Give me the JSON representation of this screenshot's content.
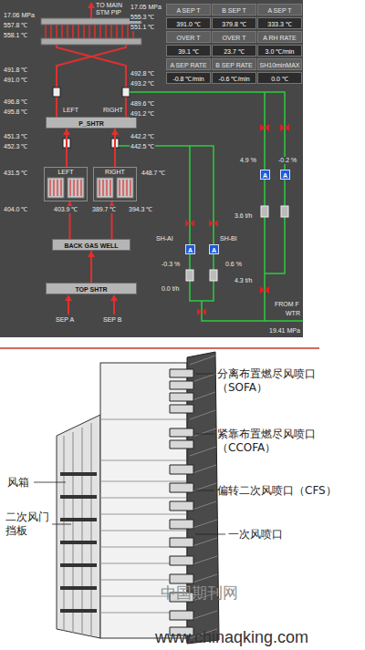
{
  "diagram": {
    "nodes": [
      {
        "text": [
          "TOP SHTR"
        ]
      },
      {
        "text": [
          "BACK GAS WELL"
        ]
      },
      {
        "text": [
          "LEFT"
        ]
      },
      {
        "text": [
          "RIGHT"
        ]
      },
      {
        "text": [
          "P_SHTR"
        ]
      }
    ],
    "edges": [
      {
        "from": 0,
        "to": 1,
        "arrow": "to"
      },
      {
        "from": 1,
        "to": 2,
        "arrow": "to"
      },
      {
        "from": 1,
        "to": 3,
        "arrow": "to"
      },
      {
        "from": 2,
        "to": 4,
        "arrow": "to"
      },
      {
        "from": 3,
        "to": 4,
        "arrow": "to"
      }
    ],
    "labels": [
      "TO MAIN STM PIP",
      "17.06 MPa",
      "557.8 ℃",
      "558.1 ℃",
      "17.05 MPa",
      "555.3 ℃",
      "551.1 ℃",
      "A SEP T",
      "B SEP T",
      "A SEP T",
      "391.0 ℃",
      "379.8 ℃",
      "333.3 ℃",
      "OVER T",
      "OVER T",
      "A RH RATE",
      "39.1 ℃",
      "23.7 ℃",
      "3.0 ℃/min",
      "A SEP RATE",
      "B SEP RATE",
      "SH10minMAX",
      "-0.8 ℃/min",
      "-0.6 ℃/min",
      "0.0 ℃",
      "491.8 ℃",
      "491.0 ℃",
      "492.8 ℃",
      "493.2 ℃",
      "496.8 ℃",
      "495.8 ℃",
      "LEFT",
      "RIGHT",
      "489.6 ℃",
      "491.2 ℃",
      "451.3 ℃",
      "452.3 ℃",
      "442.2 ℃",
      "442.5 ℃",
      "431.5 ℃",
      "448.7 ℃",
      "404.0 ℃",
      "403.9 ℃",
      "389.7 ℃",
      "394.3 ℃",
      "SEP A",
      "SEP B",
      "4.9 %",
      "-0.2 %",
      "A",
      "A",
      "3.6 t/h",
      "SH-AI",
      "SH-BI",
      "A",
      "A",
      "-0.3 %",
      "0.6 %",
      "0.0 t/h",
      "4.3 t/h",
      "FROM F",
      "WTR",
      "19.41 MPa",
      "分离布置燃尽风喷口（SOFA）",
      "紧靠布置燃尽风喷口（CCOFA）",
      "偏转二次风喷口（CFS）",
      "一次风喷口",
      "风箱",
      "二次风门挡板",
      "中国期刊网",
      "www.chinaqking.com"
    ]
  }
}
